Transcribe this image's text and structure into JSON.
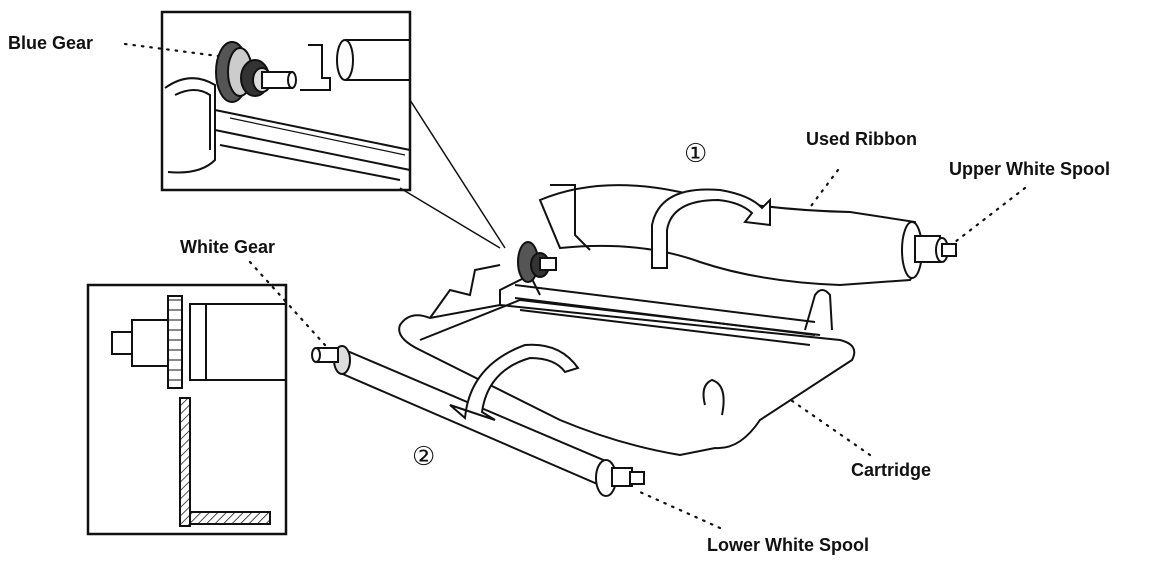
{
  "labels": {
    "blue_gear": "Blue Gear",
    "white_gear": "White Gear",
    "used_ribbon": "Used Ribbon",
    "upper_white_spool": "Upper White Spool",
    "cartridge": "Cartridge",
    "lower_white_spool": "Lower White Spool"
  },
  "steps": {
    "step1": "①",
    "step2": "②"
  },
  "colors": {
    "line": "#111111",
    "fill": "#ffffff",
    "shade": "#d9d9d9",
    "dark": "#333333"
  }
}
